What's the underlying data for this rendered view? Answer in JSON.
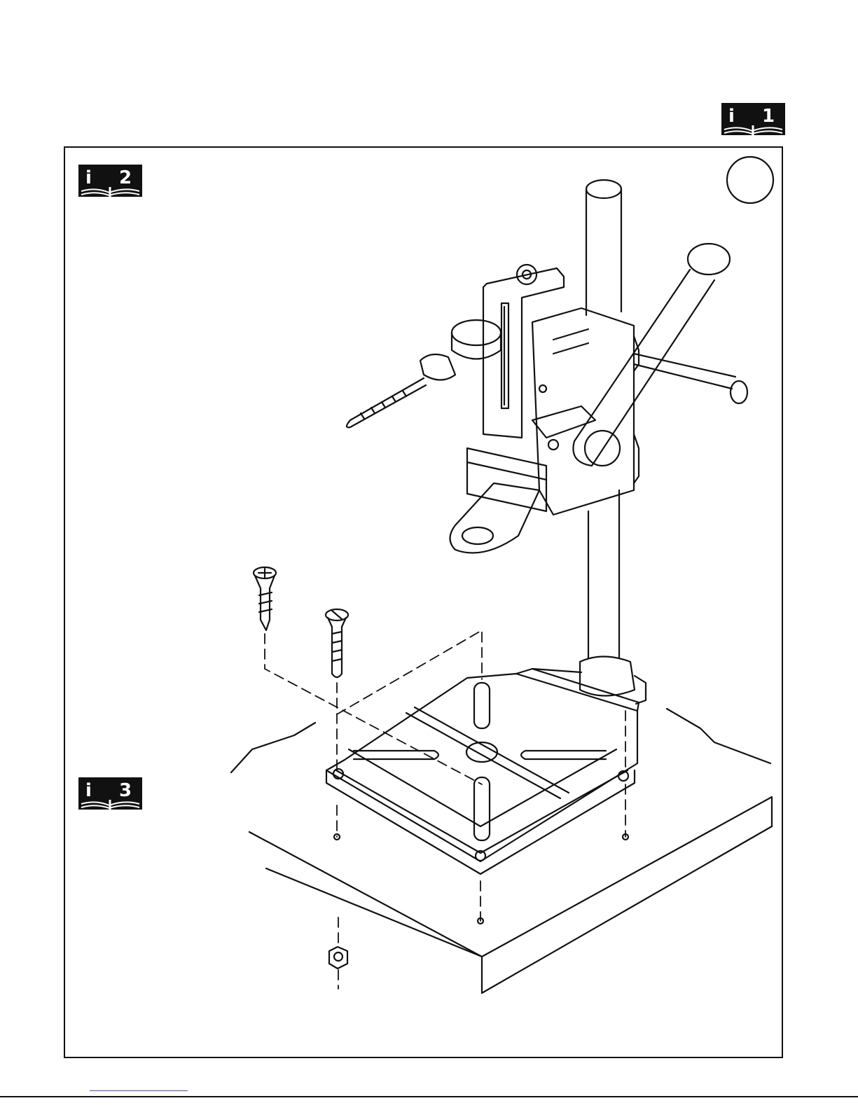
{
  "badges": [
    {
      "left": "i",
      "right": "1"
    },
    {
      "left": "i",
      "right": "2"
    },
    {
      "left": "i",
      "right": "3"
    }
  ],
  "figure": {
    "number": ""
  }
}
